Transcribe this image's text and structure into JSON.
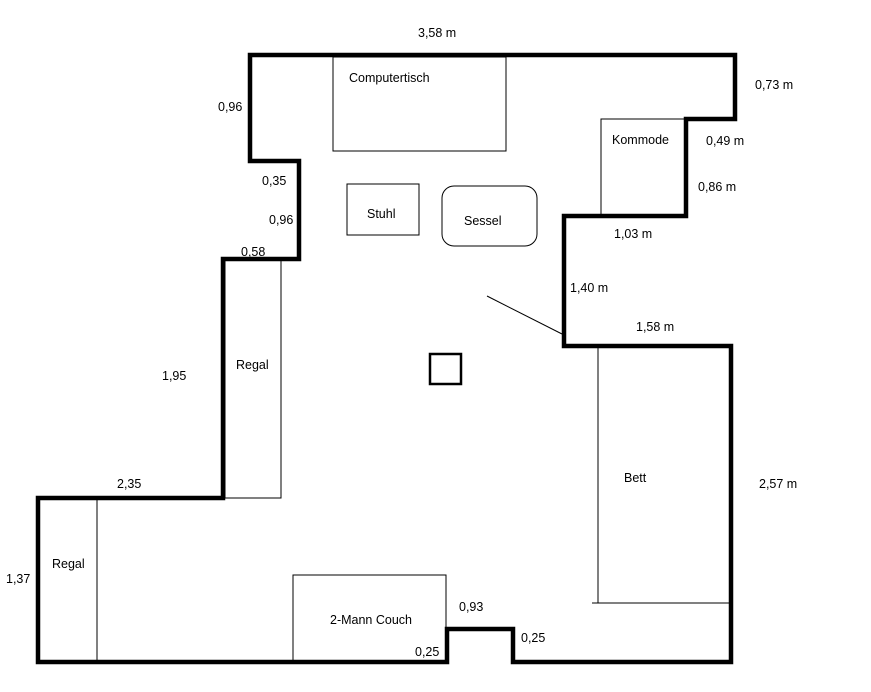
{
  "plan": {
    "furniture": {
      "computertisch": "Computertisch",
      "kommode": "Kommode",
      "stuhl": "Stuhl",
      "sessel": "Sessel",
      "regal_upper": "Regal",
      "regal_lower": "Regal",
      "bett": "Bett",
      "couch": "2-Mann Couch"
    },
    "dimensions": {
      "top_width": "3,58 m",
      "right_top_height": "0,73 m",
      "kommode_width": "0,49 m",
      "kommode_height": "0,86 m",
      "step_width": "1,03 m",
      "step_height": "1,40 m",
      "bed_top_width": "1,58 m",
      "bed_height": "2,57 m",
      "left_top_height": "0,96",
      "left_step_width": "0,35",
      "left_step_height": "0,96",
      "regal_top_width": "0,58",
      "regal_height": "1,95",
      "lower_left_width": "2,35",
      "lower_left_height": "1,37",
      "notch_height": "0,93",
      "notch_left_width": "0,25",
      "notch_right_width": "0,25"
    }
  }
}
